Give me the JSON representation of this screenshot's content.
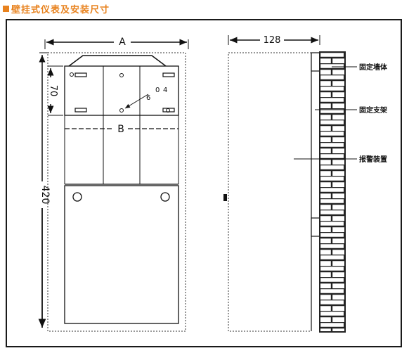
{
  "title": "壁挂式仪表及安装尺寸",
  "dimensions": {
    "width_label": "A",
    "bracket_label": "B",
    "depth_label": "128",
    "height_label": "420",
    "bracket_height_label": "70",
    "hole_label_a": "6",
    "hole_label_b": "4",
    "hole_label_c": "0"
  },
  "callouts": [
    "固定墙体",
    "固定支架",
    "报警装置"
  ],
  "colors": {
    "accent": "#e8821e",
    "line": "#1a1a1a",
    "brick_mortar": "#222222"
  }
}
